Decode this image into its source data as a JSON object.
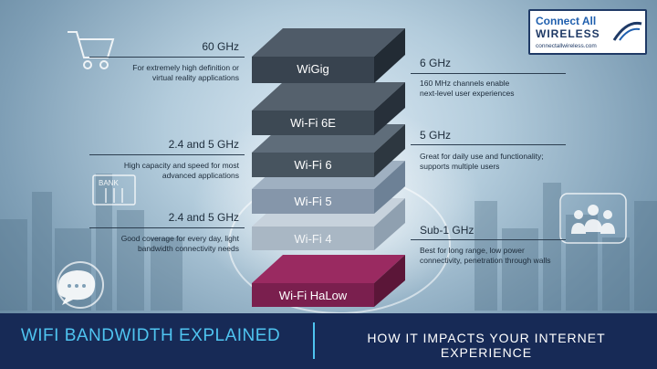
{
  "logo": {
    "line1": "Connect All",
    "line2": "WIRELESS",
    "url": "connectallwireless.com"
  },
  "layers": [
    {
      "label": "WiGig"
    },
    {
      "label": "Wi-Fi 6E"
    },
    {
      "label": "Wi-Fi 6"
    },
    {
      "label": "Wi-Fi 5"
    },
    {
      "label": "Wi-Fi 4"
    },
    {
      "label": "Wi-Fi HaLow"
    }
  ],
  "left_notes": [
    {
      "freq": "60 GHz",
      "desc1": "For extremely high definition or",
      "desc2": "virtual reality applications"
    },
    {
      "freq": "2.4 and 5 GHz",
      "desc1": "High capacity and speed for most",
      "desc2": "advanced applications"
    },
    {
      "freq": "2.4 and 5 GHz",
      "desc1": "Good coverage for every day, light",
      "desc2": "bandwidth connectivity needs"
    }
  ],
  "right_notes": [
    {
      "freq": "6 GHz",
      "desc1": "160 MHz channels enable",
      "desc2": "next-level user experiences"
    },
    {
      "freq": "5 GHz",
      "desc1": "Great for daily use and functionality;",
      "desc2": "supports multiple users"
    },
    {
      "freq": "Sub-1 GHz",
      "desc1": "Best for long range, low power",
      "desc2": "connectivity, penetration through walls"
    }
  ],
  "bank_label": "BANK",
  "banner": {
    "left": "WIFI BANDWIDTH EXPLAINED",
    "right": "HOW IT IMPACTS YOUR INTERNET EXPERIENCE"
  },
  "colors": {
    "banner_bg": "#172a56",
    "banner_accent": "#4fc4f0",
    "halow": "#7a1f4e",
    "dark_slab": "#3a4651"
  }
}
